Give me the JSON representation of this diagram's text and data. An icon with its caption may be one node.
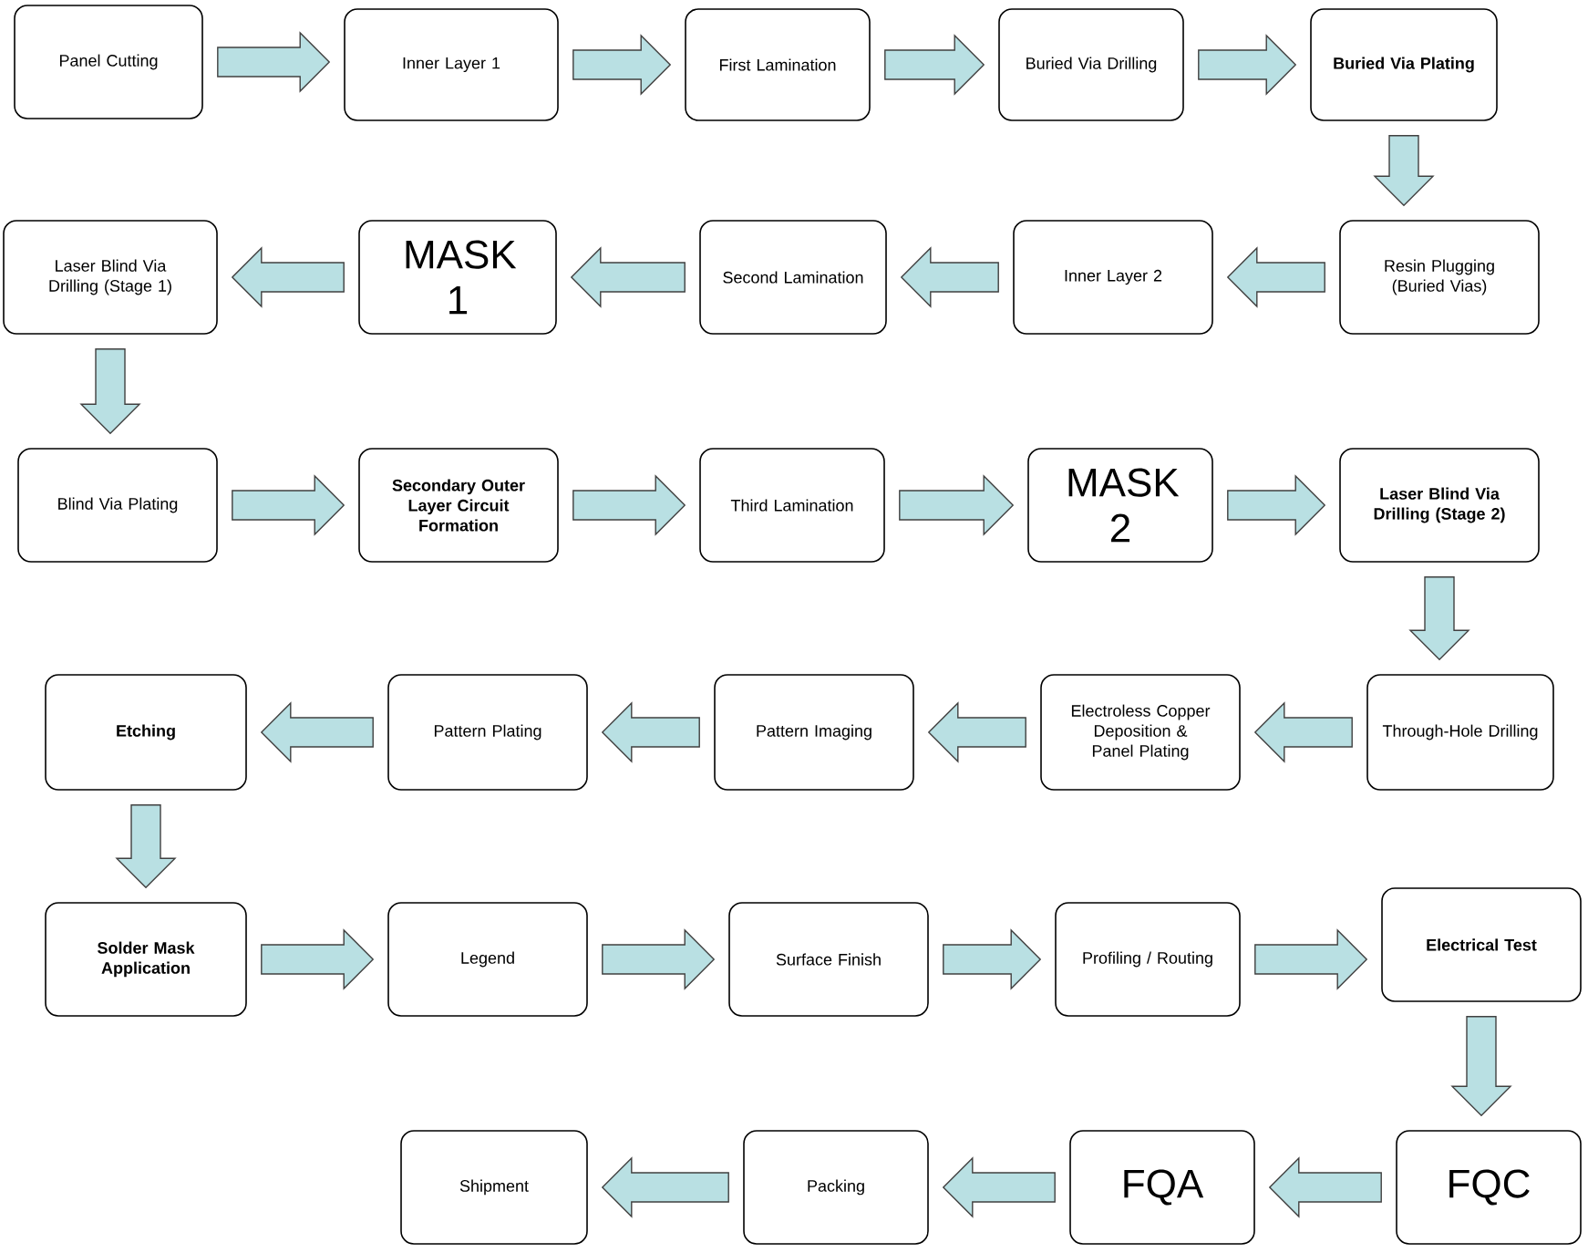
{
  "diagram": {
    "nodes": [
      {
        "text": [
          "Panel Cutting"
        ]
      },
      {
        "text": [
          "Inner Layer 1"
        ]
      },
      {
        "text": [
          "First Lamination"
        ]
      },
      {
        "text": [
          "Buried Via Drilling"
        ]
      },
      {
        "text": [
          "Buried Via Plating"
        ]
      },
      {
        "text": [
          "Resin Plugging (Buried Vias)"
        ]
      },
      {
        "text": [
          "Inner Layer 2"
        ]
      },
      {
        "text": [
          "Second Lamination"
        ]
      },
      {
        "text": [
          "MASK 1"
        ]
      },
      {
        "text": [
          "Laser Blind Via Drilling (Stage 1)"
        ]
      },
      {
        "text": [
          "Blind Via Plating"
        ]
      },
      {
        "text": [
          "Secondary Outer Layer Circuit Formation"
        ]
      },
      {
        "text": [
          "Third Lamination"
        ]
      },
      {
        "text": [
          "MASK 2"
        ]
      },
      {
        "text": [
          "Laser Blind Via Drilling (Stage 2)"
        ]
      },
      {
        "text": [
          "Through-Hole Drilling"
        ]
      },
      {
        "text": [
          "Electroless Copper Deposition & Panel Plating"
        ]
      },
      {
        "text": [
          "Pattern Imaging"
        ]
      },
      {
        "text": [
          "Pattern Plating"
        ]
      },
      {
        "text": [
          "Etching"
        ]
      },
      {
        "text": [
          "Solder Mask Application"
        ]
      },
      {
        "text": [
          "Legend"
        ]
      },
      {
        "text": [
          "Surface Finish"
        ]
      },
      {
        "text": [
          "Profiling / Routing"
        ]
      },
      {
        "text": [
          "Electrical Test"
        ]
      },
      {
        "text": [
          "FQC"
        ]
      },
      {
        "text": [
          "FQA"
        ]
      },
      {
        "text": [
          "Packing"
        ]
      },
      {
        "text": [
          "Shipment"
        ]
      }
    ],
    "edges": [
      {
        "from": 0,
        "to": 1,
        "arrow": "to"
      },
      {
        "from": 1,
        "to": 2,
        "arrow": "to"
      },
      {
        "from": 2,
        "to": 3,
        "arrow": "to"
      },
      {
        "from": 3,
        "to": 4,
        "arrow": "to"
      },
      {
        "from": 4,
        "to": 5,
        "arrow": "to"
      },
      {
        "from": 5,
        "to": 6,
        "arrow": "to"
      },
      {
        "from": 6,
        "to": 7,
        "arrow": "to"
      },
      {
        "from": 7,
        "to": 8,
        "arrow": "to"
      },
      {
        "from": 8,
        "to": 9,
        "arrow": "to"
      },
      {
        "from": 9,
        "to": 10,
        "arrow": "to"
      },
      {
        "from": 10,
        "to": 11,
        "arrow": "to"
      },
      {
        "from": 11,
        "to": 12,
        "arrow": "to"
      },
      {
        "from": 12,
        "to": 13,
        "arrow": "to"
      },
      {
        "from": 13,
        "to": 14,
        "arrow": "to"
      },
      {
        "from": 14,
        "to": 15,
        "arrow": "to"
      },
      {
        "from": 15,
        "to": 16,
        "arrow": "to"
      },
      {
        "from": 16,
        "to": 17,
        "arrow": "to"
      },
      {
        "from": 17,
        "to": 18,
        "arrow": "to"
      },
      {
        "from": 18,
        "to": 19,
        "arrow": "to"
      },
      {
        "from": 19,
        "to": 20,
        "arrow": "to"
      },
      {
        "from": 20,
        "to": 21,
        "arrow": "to"
      },
      {
        "from": 21,
        "to": 22,
        "arrow": "to"
      },
      {
        "from": 22,
        "to": 23,
        "arrow": "to"
      },
      {
        "from": 23,
        "to": 24,
        "arrow": "to"
      },
      {
        "from": 24,
        "to": 25,
        "arrow": "to"
      },
      {
        "from": 25,
        "to": 26,
        "arrow": "to"
      },
      {
        "from": 26,
        "to": 27,
        "arrow": "to"
      },
      {
        "from": 27,
        "to": 28,
        "arrow": "to"
      }
    ]
  }
}
